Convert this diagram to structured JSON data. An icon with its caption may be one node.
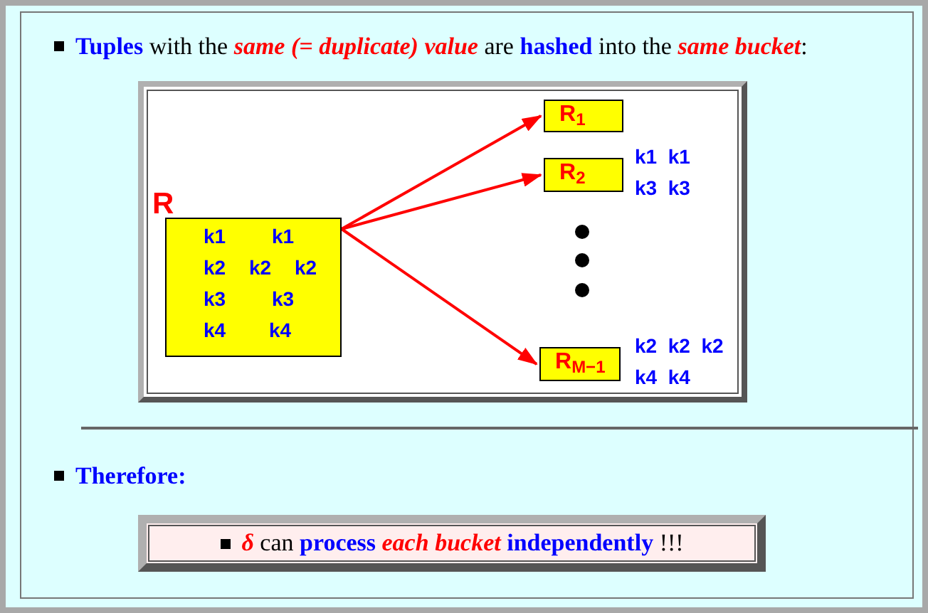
{
  "diagram": {
    "nodes": [
      {
        "text": [
          "R",
          "k1 k1",
          "k2 k2 k2",
          "k3 k3",
          "k4 k4"
        ]
      },
      {
        "text": [
          "R$_{1}$"
        ]
      },
      {
        "text": [
          "R$_{2}$"
        ],
        "beside": [
          "k1 k1",
          "k3 k3"
        ]
      },
      {
        "text": [
          "R$_{M−1}$"
        ],
        "beside": [
          "k2 k2 k2",
          "k4 k4"
        ]
      },
      {
        "text": [
          "*δ* can **process** *each* *bucket* **independently** !!!"
        ]
      }
    ],
    "edges": [
      {
        "from": 0,
        "to": 1,
        "arrow": "to",
        "color": "#ff0000"
      },
      {
        "from": 0,
        "to": 2,
        "arrow": "to",
        "color": "#ff0000"
      },
      {
        "from": 0,
        "to": 3,
        "arrow": "to",
        "color": "#ff0000"
      }
    ],
    "labels": [
      "**Tuples** with the *same* *(= duplicate) value* are **hashed** into the *same* *bucket*:",
      "Therefore:"
    ]
  }
}
